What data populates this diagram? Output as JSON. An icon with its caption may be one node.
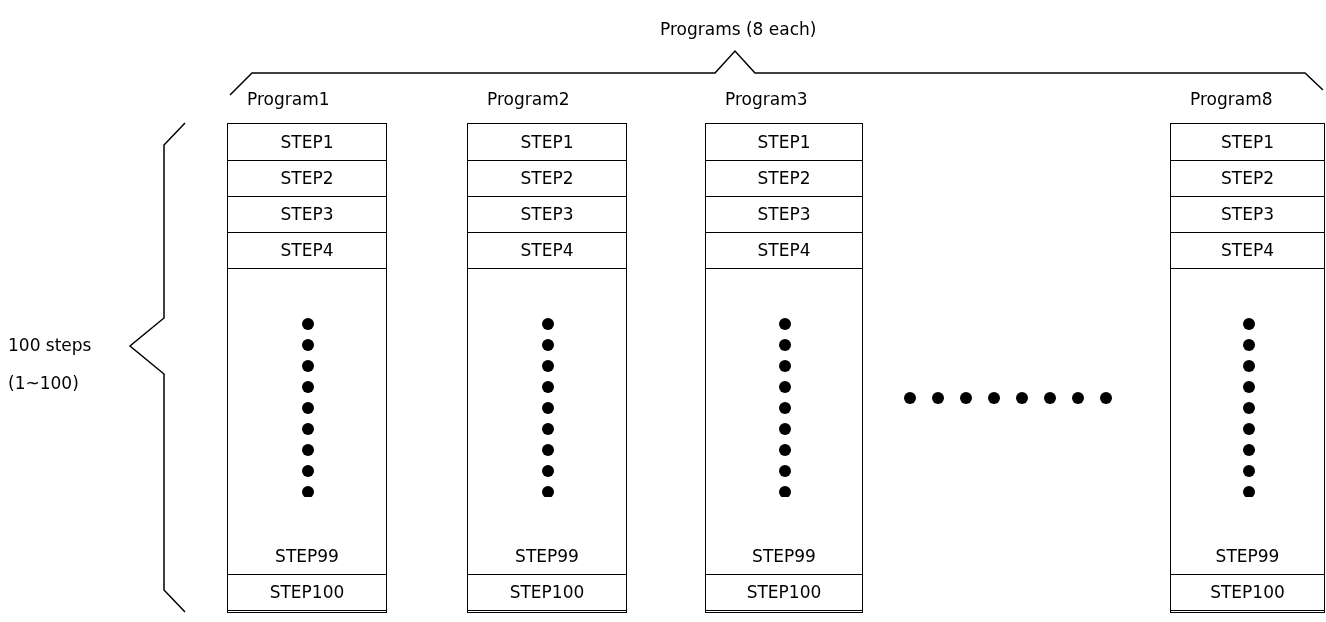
{
  "diagram": {
    "nodes": [
      {
        "text": [
          "Program1"
        ]
      },
      {
        "text": [
          "STEP1"
        ],
        "in": 0
      },
      {
        "text": [
          "STEP2"
        ],
        "in": 0
      },
      {
        "text": [
          "STEP3"
        ],
        "in": 0
      },
      {
        "text": [
          "STEP4"
        ],
        "in": 0
      },
      {
        "text": [
          "STEP99"
        ],
        "in": 0
      },
      {
        "text": [
          "STEP100"
        ],
        "in": 0
      },
      {
        "text": [
          "Program2"
        ]
      },
      {
        "text": [
          "STEP1"
        ],
        "in": 7
      },
      {
        "text": [
          "STEP2"
        ],
        "in": 7
      },
      {
        "text": [
          "STEP3"
        ],
        "in": 7
      },
      {
        "text": [
          "STEP4"
        ],
        "in": 7
      },
      {
        "text": [
          "STEP99"
        ],
        "in": 7
      },
      {
        "text": [
          "STEP100"
        ],
        "in": 7
      },
      {
        "text": [
          "Program3"
        ]
      },
      {
        "text": [
          "STEP1"
        ],
        "in": 14
      },
      {
        "text": [
          "STEP2"
        ],
        "in": 14
      },
      {
        "text": [
          "STEP3"
        ],
        "in": 14
      },
      {
        "text": [
          "STEP4"
        ],
        "in": 14
      },
      {
        "text": [
          "STEP99"
        ],
        "in": 14
      },
      {
        "text": [
          "STEP100"
        ],
        "in": 14
      },
      {
        "text": [
          "Program8"
        ]
      },
      {
        "text": [
          "STEP1"
        ],
        "in": 21
      },
      {
        "text": [
          "STEP2"
        ],
        "in": 21
      },
      {
        "text": [
          "STEP3"
        ],
        "in": 21
      },
      {
        "text": [
          "STEP4"
        ],
        "in": 21
      },
      {
        "text": [
          "STEP99"
        ],
        "in": 21
      },
      {
        "text": [
          "STEP100"
        ],
        "in": 21
      }
    ],
    "edges": [],
    "labels": [
      "Programs (8 each)",
      "100 steps (1~100)"
    ]
  }
}
